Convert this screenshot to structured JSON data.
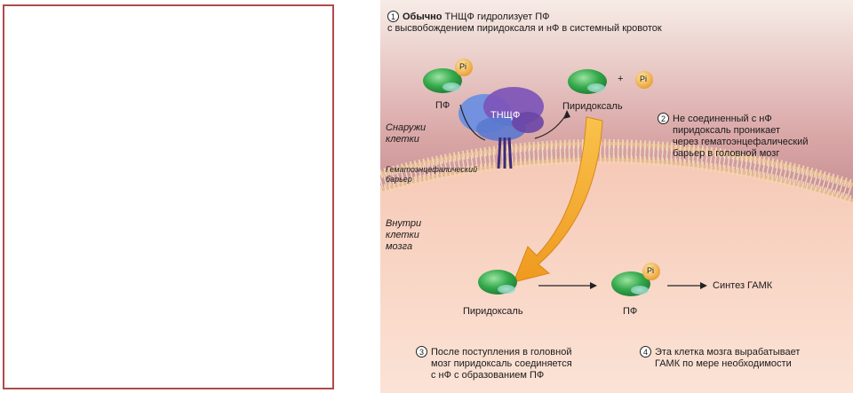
{
  "step1": {
    "number": "1",
    "bold": "Обычно",
    "line1_rest": " ТНЩФ гидролизует ПФ",
    "line2": "с высвобождением пиридоксаля и нФ в системный кровоток"
  },
  "step2": {
    "number": "2",
    "lines": [
      "Не соединенный с нФ",
      "пиридоксаль проникает",
      "через гематоэнцефалический",
      "барьер в головной мозг"
    ]
  },
  "step3": {
    "number": "3",
    "lines": [
      "После поступления в головной",
      "мозг пиридоксаль соединяется",
      "с нФ с образованием ПФ"
    ]
  },
  "step4": {
    "number": "4",
    "lines": [
      "Эта клетка мозга вырабатывает",
      "ГАМК по мере необходимости"
    ]
  },
  "labels": {
    "pf_top": "ПФ",
    "pyridoxal_top": "Пиридоксаль",
    "plus": "+",
    "pi": "Pi",
    "enzyme": "ТНЩФ",
    "outside_line1": "Снаружи",
    "outside_line2": "клетки",
    "barrier_line1": "Гематоэнцефалический",
    "barrier_line2": "барьер",
    "inside_line1": "Внутри",
    "inside_line2": "клетки",
    "inside_line3": "мозга",
    "pyridoxal_bottom": "Пиридоксаль",
    "pf_bottom": "ПФ",
    "gaba_synthesis": "Синтез ГАМК"
  },
  "colors": {
    "molecule_green": "#3aa84e",
    "phosphate_orange": "#f2a93b",
    "enzyme_blue": "#5b7fd6",
    "enzyme_purple": "#7a4fb0",
    "arrow_orange": "#f4a52c",
    "outside_bg": "#9a4a5a",
    "inside_bg": "#f4d2c2"
  }
}
